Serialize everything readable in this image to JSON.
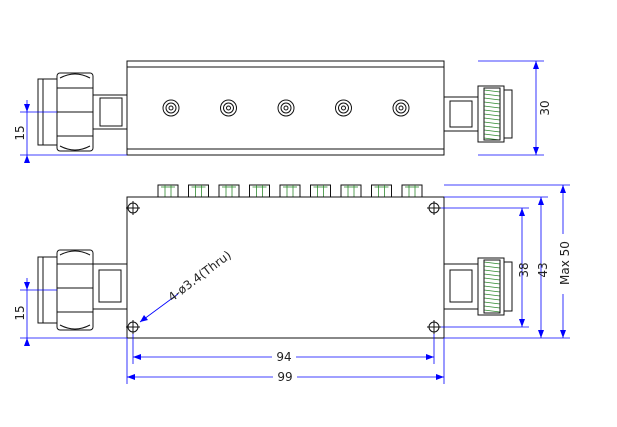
{
  "drawing": {
    "top_view": {
      "height_dim": "30",
      "connector_offset_dim": "15",
      "tuning_screw_count": 5
    },
    "bottom_view": {
      "hole_spacing_y_dim": "38",
      "body_height_dim": "43",
      "max_height_dim": "Max 50",
      "connector_offset_dim": "15",
      "hole_spacing_x_dim": "94",
      "body_length_dim": "99",
      "hole_note": "4-ø3.4(Thru)",
      "tuning_screw_count": 9
    },
    "colors": {
      "outline": "#111111",
      "dimension": "#0000ff",
      "thread": "#2f8a2f"
    }
  }
}
